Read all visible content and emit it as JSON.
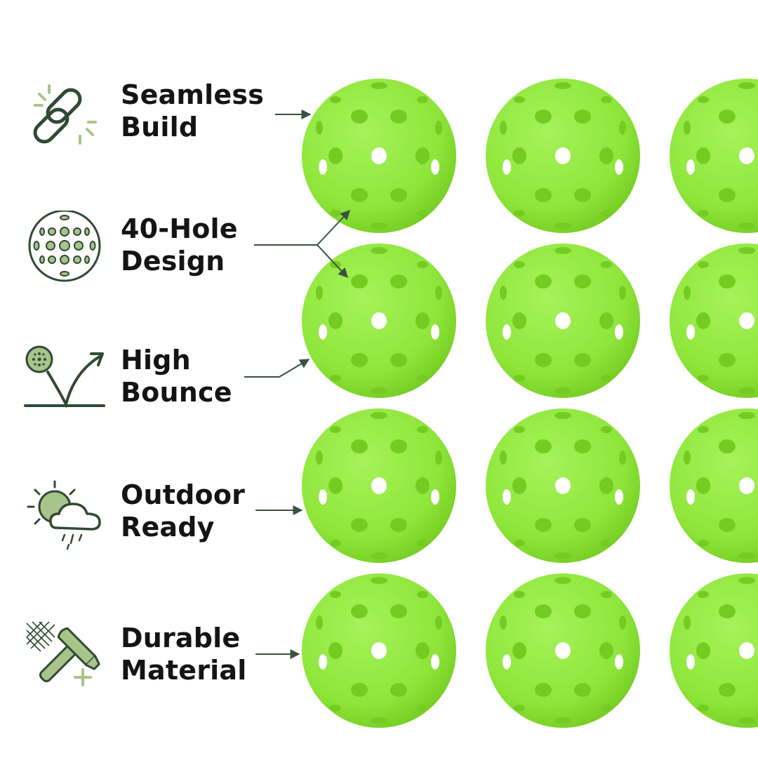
{
  "features": [
    {
      "line1": "Seamless",
      "line2": "Build",
      "icon": "chain-link-icon"
    },
    {
      "line1": "40-Hole",
      "line2": "Design",
      "icon": "perforated-ball-icon"
    },
    {
      "line1": "High",
      "line2": "Bounce",
      "icon": "bounce-arrow-icon"
    },
    {
      "line1": "Outdoor",
      "line2": "Ready",
      "icon": "weather-cloud-icon"
    },
    {
      "line1": "Durable",
      "line2": "Material",
      "icon": "hammer-icon"
    }
  ],
  "colors": {
    "ball": "#8ee63a",
    "ball_shadow": "#74cc22",
    "ball_highlight": "#a6f25a",
    "icon_dark": "#2f4a34",
    "icon_light": "#a8c48a",
    "arrow": "#3a5240",
    "text": "#141414"
  },
  "grid": {
    "rows": 4,
    "columns": 3
  }
}
